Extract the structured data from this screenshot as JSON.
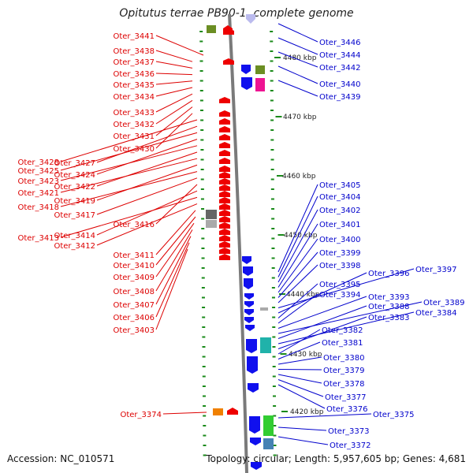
{
  "title": "Opitutus terrae PB90-1, complete genome",
  "footer": {
    "accession": "Accession: NC_010571",
    "topology": "Topology: circular; Length: 5,957,605 bp; Genes: 4,681"
  },
  "colors": {
    "left_label": "#dd0000",
    "right_label": "#0000cc",
    "axis": "#7a7a7a",
    "tick": "#1a8a1a"
  },
  "scale_labels": [
    "4480 kbp",
    "4470 kbp",
    "4460 kbp",
    "4450 kbp",
    "4440 kbp",
    "4430 kbp",
    "4420 kbp"
  ],
  "left_labels": [
    "Oter_3441",
    "Oter_3438",
    "Oter_3437",
    "Oter_3436",
    "Oter_3435",
    "Oter_3434",
    "Oter_3433",
    "Oter_3432",
    "Oter_3431",
    "Oter_3430",
    "Oter_3428",
    "Oter_3427",
    "Oter_3425",
    "Oter_3424",
    "Oter_3423",
    "Oter_3422",
    "Oter_3421",
    "Oter_3419",
    "Oter_3418",
    "Oter_3417",
    "Oter_3416",
    "Oter_3414",
    "Oter_3413",
    "Oter_3412",
    "Oter_3411",
    "Oter_3410",
    "Oter_3409",
    "Oter_3408",
    "Oter_3407",
    "Oter_3406",
    "Oter_3403",
    "Oter_3374"
  ],
  "right_labels": [
    "Oter_3446",
    "Oter_3444",
    "Oter_3442",
    "Oter_3440",
    "Oter_3439",
    "Oter_3405",
    "Oter_3404",
    "Oter_3402",
    "Oter_3401",
    "Oter_3400",
    "Oter_3399",
    "Oter_3398",
    "Oter_3397",
    "Oter_3396",
    "Oter_3395",
    "Oter_3394",
    "Oter_3393",
    "Oter_3389",
    "Oter_3388",
    "Oter_3384",
    "Oter_3383",
    "Oter_3382",
    "Oter_3381",
    "Oter_3380",
    "Oter_3379",
    "Oter_3378",
    "Oter_3377",
    "Oter_3376",
    "Oter_3375",
    "Oter_3373",
    "Oter_3372"
  ]
}
